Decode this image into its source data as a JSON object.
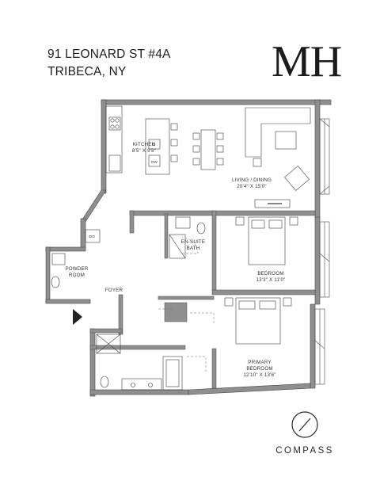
{
  "listing": {
    "address_line1": "91 LEONARD ST #4A",
    "address_line2": "TRIBECA, NY"
  },
  "logo": {
    "text": "MH"
  },
  "rooms": {
    "kitchen": {
      "name": "KITCHEN",
      "dims": "8'5\" X 9'8\""
    },
    "living_dining": {
      "name": "LIVING / DINING",
      "dims": "20'4\" X 15'0\""
    },
    "ensuite_bath": {
      "name_line1": "EN-SUITE",
      "name_line2": "BATH"
    },
    "bedroom": {
      "name": "BEDROOM",
      "dims": "13'3\" X 11'0\""
    },
    "powder_room": {
      "name_line1": "POWDER",
      "name_line2": "ROOM"
    },
    "foyer": {
      "name": "FOYER"
    },
    "primary_bedroom": {
      "name_line1": "PRIMARY",
      "name_line2": "BEDROOM",
      "dims": "12'10\" X 13'6\""
    }
  },
  "appliances": {
    "wd_label": "WD",
    "dw_label": "DW"
  },
  "brand": {
    "name": "COMPASS"
  },
  "colors": {
    "wall": "#8f8f8f",
    "line": "#3a3a3a",
    "text": "#1e1e1e"
  }
}
